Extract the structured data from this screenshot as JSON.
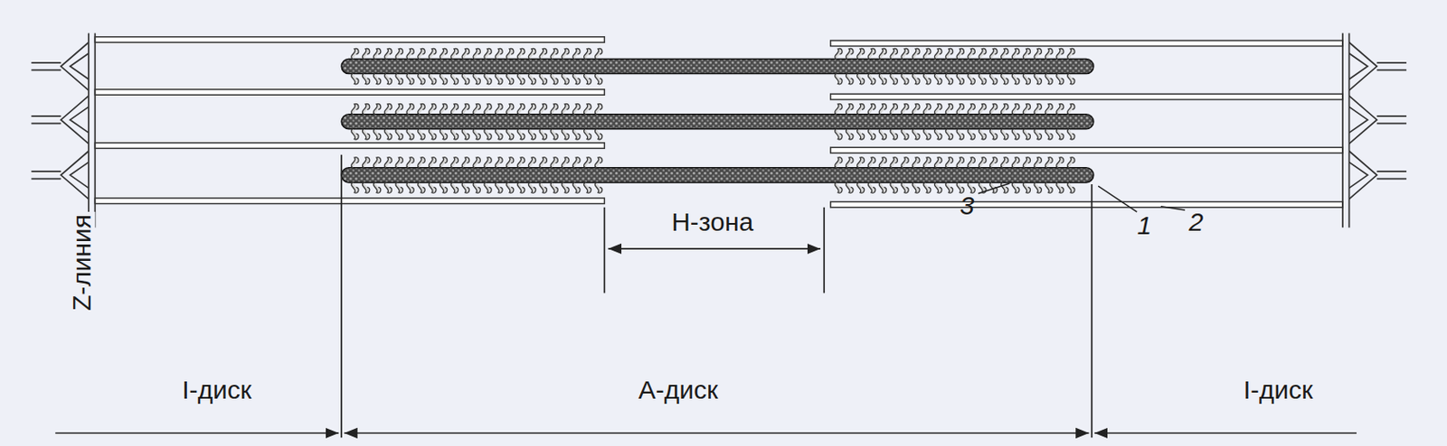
{
  "diagram": {
    "labels": [
      "Z-линия",
      "H-зона",
      "3",
      "1",
      "2",
      "I-диск",
      "A-диск",
      "I-диск"
    ]
  }
}
